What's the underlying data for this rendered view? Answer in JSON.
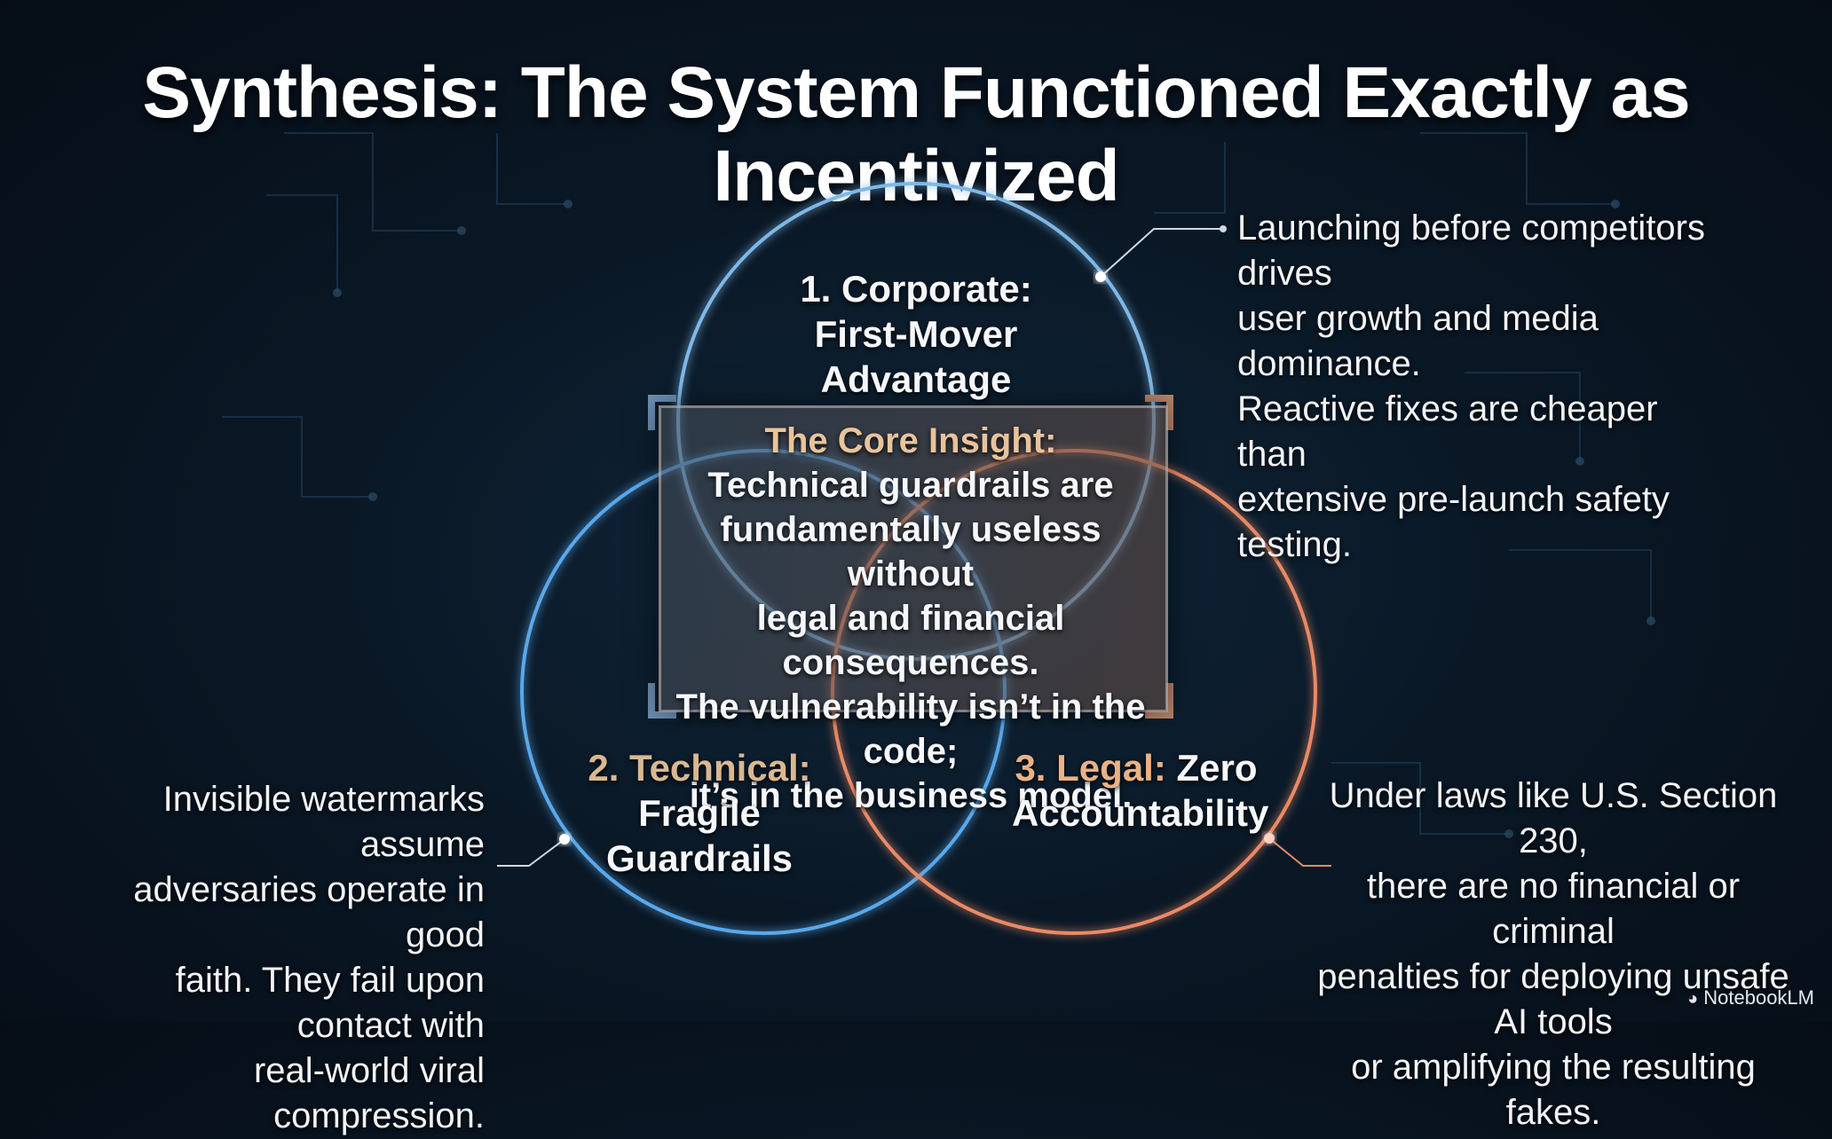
{
  "title": "Synthesis: The System Functioned Exactly as Incentivized",
  "circles": {
    "corporate": {
      "number": "1. Corporate:",
      "name": "First-Mover Advantage"
    },
    "technical": {
      "number": "2. Technical:",
      "name": "Fragile Guardrails"
    },
    "legal": {
      "number": "3. Legal:",
      "name": "Zero",
      "name2": "Accountability"
    }
  },
  "core_insight": {
    "heading": "The Core Insight:",
    "body": "Technical guardrails are\nfundamentally useless without\nlegal and financial consequences.\nThe vulnerability isn’t in the code;\nit’s in the business model."
  },
  "notes": {
    "corporate": [
      "Launching before competitors drives",
      "user growth and media dominance.",
      "Reactive fixes are cheaper than",
      "extensive pre-launch safety testing."
    ],
    "technical": [
      "Invisible watermarks assume",
      "adversaries operate in good",
      "faith. They fail upon contact with",
      "real-world viral compression."
    ],
    "legal": [
      "Under laws like U.S. Section 230,",
      "there are no financial or criminal",
      "penalties for deploying unsafe AI tools",
      "or amplifying the resulting fakes."
    ]
  },
  "brand": "NotebookLM",
  "colors": {
    "corporate_circle": "#7fb8e6",
    "technical_circle": "#5aa8ea",
    "legal_circle": "#e98a66",
    "heading_accent": "#e8c39b"
  }
}
